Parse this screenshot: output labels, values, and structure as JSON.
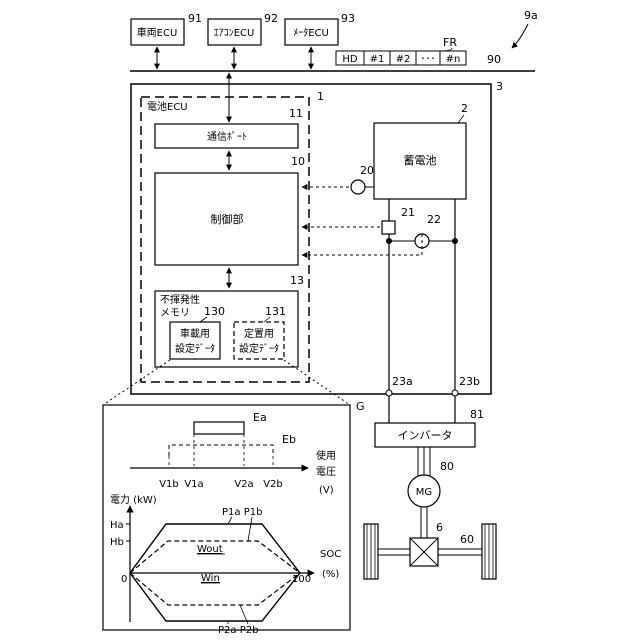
{
  "ecus": {
    "vehicle": {
      "label": "車両ECU",
      "ref": "91"
    },
    "aircon": {
      "label": "ｴｱｺﾝECU",
      "ref": "92"
    },
    "meter": {
      "label": "ﾒｰﾀECU",
      "ref": "93"
    }
  },
  "system_ref": "9a",
  "bus_ref": "90",
  "frame": {
    "ref": "FR",
    "fields": [
      "HD",
      "#1",
      "#2",
      "･･･",
      "#n"
    ]
  },
  "device_ref": "3",
  "battery_ecu": {
    "label": "電池ECU",
    "ref": "1",
    "comm_port": {
      "label": "通信ﾎﾟｰﾄ",
      "ref": "11"
    },
    "controller": {
      "label": "制御部",
      "ref": "10"
    },
    "memory": {
      "label_line1": "不揮発性",
      "label_line2": "メモリ",
      "ref": "13"
    },
    "vehicle_data": {
      "line1": "車載用",
      "line2": "設定ﾃﾞｰﾀ",
      "ref": "130"
    },
    "stationary_data": {
      "line1": "定置用",
      "line2": "設定ﾃﾞｰﾀ",
      "ref": "131"
    }
  },
  "battery": {
    "label": "蓄電池",
    "ref": "2"
  },
  "sensors": {
    "s20": "20",
    "s21": "21",
    "s22": "22"
  },
  "terminals": {
    "a": "23a",
    "b": "23b"
  },
  "inverter": {
    "label": "インバータ",
    "ref": "81"
  },
  "motor": {
    "label": "MG",
    "ref": "80"
  },
  "gear_ref": "6",
  "axle_ref": "60",
  "detail_ref": "G",
  "voltage_chart": {
    "bars": {
      "ea": "Ea",
      "eb": "Eb"
    },
    "ticks": [
      "V1b",
      "V1a",
      "V2a",
      "V2b"
    ],
    "axis_label_line1": "使用",
    "axis_label_line2": "電圧",
    "axis_unit": "(V)"
  },
  "power_chart": {
    "ylabel": "電力 (kW)",
    "yticks": [
      "Ha",
      "Hb"
    ],
    "xticks": [
      "0",
      "100"
    ],
    "xlabel_line1": "SOC",
    "xlabel_line2": "(%)",
    "upper_points": "P1a P1b",
    "lower_points": "P2a P2b",
    "wout": "Wout",
    "win": "Win"
  }
}
